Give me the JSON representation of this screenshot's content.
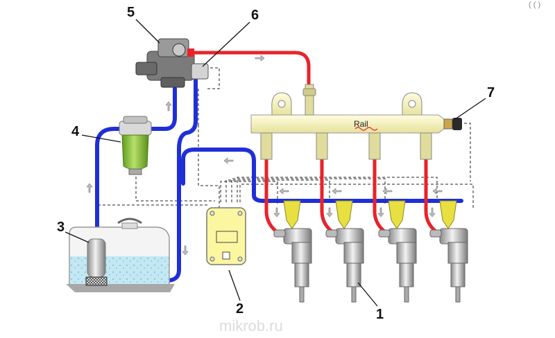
{
  "colors": {
    "high_pressure": "#e8232a",
    "low_pressure": "#1f2fd8",
    "rail_body": "#f4f2b8",
    "filter": "#8dc03c",
    "tank_fluid": "#bfe6f2",
    "ecu": "#fbf6a0",
    "injector_yellow": "#e8e040",
    "injector_metal": "#c8c8c8"
  },
  "labels": {
    "n1": "1",
    "n2": "2",
    "n3": "3",
    "n4": "4",
    "n5": "5",
    "n6": "6",
    "n7": "7",
    "rail": "Rail",
    "watermark": "mikrob.ru",
    "corner_mark": "( ( )"
  },
  "icons": [
    "high-pressure-pump-icon",
    "fuel-filter-icon",
    "fuel-tank-icon",
    "ecu-icon",
    "injector-icon",
    "arrow-icon"
  ]
}
